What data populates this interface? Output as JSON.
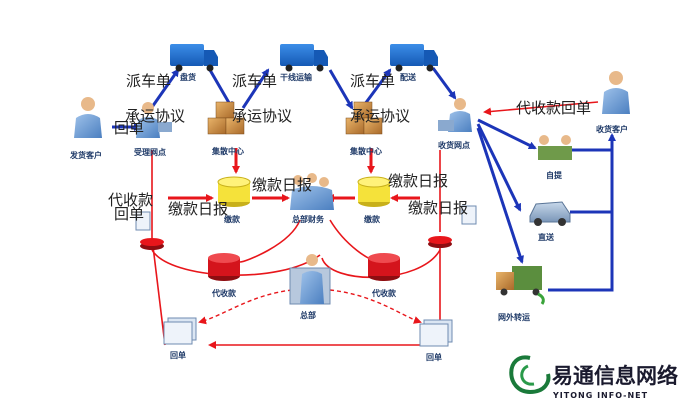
{
  "nodes": {
    "sender": "发货客户",
    "accept_point": "受理网点",
    "hub_left": "集散中心",
    "hub_right": "集散中心",
    "delivery_point": "收货网点",
    "receiver": "收货客户",
    "payment_left": "缴款",
    "payment_right": "缴款",
    "hq_finance": "总部财务",
    "cod_left": "代收款",
    "cod_right": "代收款",
    "hq": "总部",
    "receipt_left": "回单",
    "receipt_right": "回单",
    "self_pickup": "自提",
    "direct_delivery": "直送",
    "external_transfer": "网外转运"
  },
  "trucks": {
    "t1": "盘货",
    "t2": "干线运输",
    "t3": "配送"
  },
  "annotations": {
    "dispatch1": "派车单",
    "dispatch2": "派车单",
    "dispatch3": "派车单",
    "agreement1": "承运协议",
    "agreement2": "承运协议",
    "agreement3": "承运协议",
    "receipt_note": "回单",
    "cod_top": "代收款回单",
    "cod_left_note": "代收款",
    "receipt_left_note": "回单",
    "pay_daily1": "缴款日报",
    "pay_daily2": "缴款日报",
    "pay_daily3": "缴款日报",
    "pay_daily4": "缴款日报"
  },
  "logo": {
    "cn": "易通信息网络",
    "en": "YITONG INFO-NET"
  },
  "colors": {
    "blue_flow": "#1c35b8",
    "red_flow": "#e8161b",
    "coin": "#f5e23a",
    "disk": "#d4141c"
  }
}
